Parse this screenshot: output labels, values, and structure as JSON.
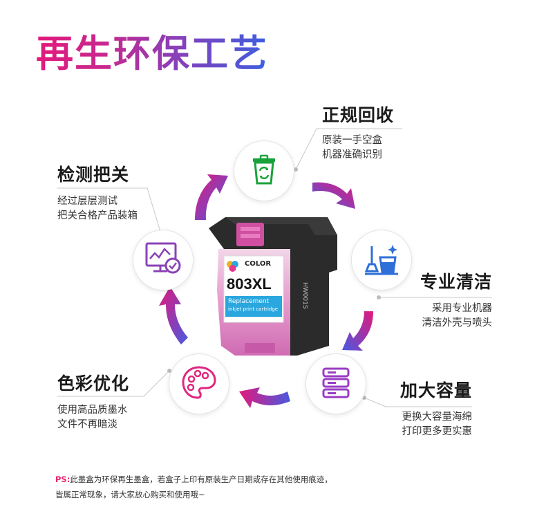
{
  "title": "再生环保工艺",
  "steps": {
    "recycle": {
      "title": "正规回收",
      "lines": [
        "原装一手空盒",
        "机器准确识别"
      ],
      "icon": "recycle-bin-icon"
    },
    "clean": {
      "title": "专业清洁",
      "lines": [
        "采用专业机器",
        "清洁外壳与喷头"
      ],
      "icon": "cleaning-bucket-icon"
    },
    "refill": {
      "title": "加大容量",
      "lines": [
        "更换大容量海绵",
        "打印更多更实惠"
      ],
      "icon": "storage-layers-icon"
    },
    "color": {
      "title": "色彩优化",
      "lines": [
        "使用高品质墨水",
        "文件不再暗淡"
      ],
      "icon": "palette-icon"
    },
    "inspect": {
      "title": "检测把关",
      "lines": [
        "经过层层测试",
        "把关合格产品装箱"
      ],
      "icon": "monitor-check-icon"
    }
  },
  "cartridge": {
    "model": "803XL",
    "badge": "COLOR",
    "label_line1": "Replacement",
    "label_line2": "inkjet print cartridge",
    "side_code": "HW001S"
  },
  "note": {
    "label": "PS:",
    "line1": "此墨盒为环保再生墨盒，若盒子上印有原装生产日期或存在其他使用痕迹，",
    "line2": "皆属正常现象，请大家放心购买和使用哦~"
  },
  "colors": {
    "accent_pink": "#e2197c",
    "accent_purple": "#8a3fb8",
    "accent_blue": "#3d5fe0",
    "icon_green": "#1aa23a"
  }
}
